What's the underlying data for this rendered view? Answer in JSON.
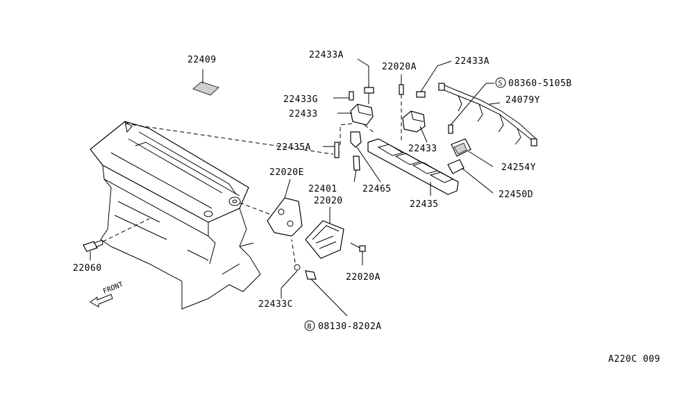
{
  "labels": {
    "p22409": "22409",
    "p22433A_left": "22433A",
    "p22020A_top": "22020A",
    "p22433A_right": "22433A",
    "p08360": "08360-5105B",
    "p08360_prefix": "S",
    "p24079Y": "24079Y",
    "p22433G": "22433G",
    "p22433_left": "22433",
    "p22433_right": "22433",
    "p22435A": "22435A",
    "p22020E": "22020E",
    "p24254Y": "24254Y",
    "p22401": "22401",
    "p22465": "22465",
    "p22435": "22435",
    "p22450D": "22450D",
    "p22020": "22020",
    "p22060": "22060",
    "p22020A_bottom": "22020A",
    "p22433C": "22433C",
    "p08130": "08130-8202A",
    "p08130_prefix": "B",
    "front": "FRONT",
    "diagram_code": "A220C 009"
  },
  "colors": {
    "line": "#000000",
    "background": "#ffffff"
  }
}
